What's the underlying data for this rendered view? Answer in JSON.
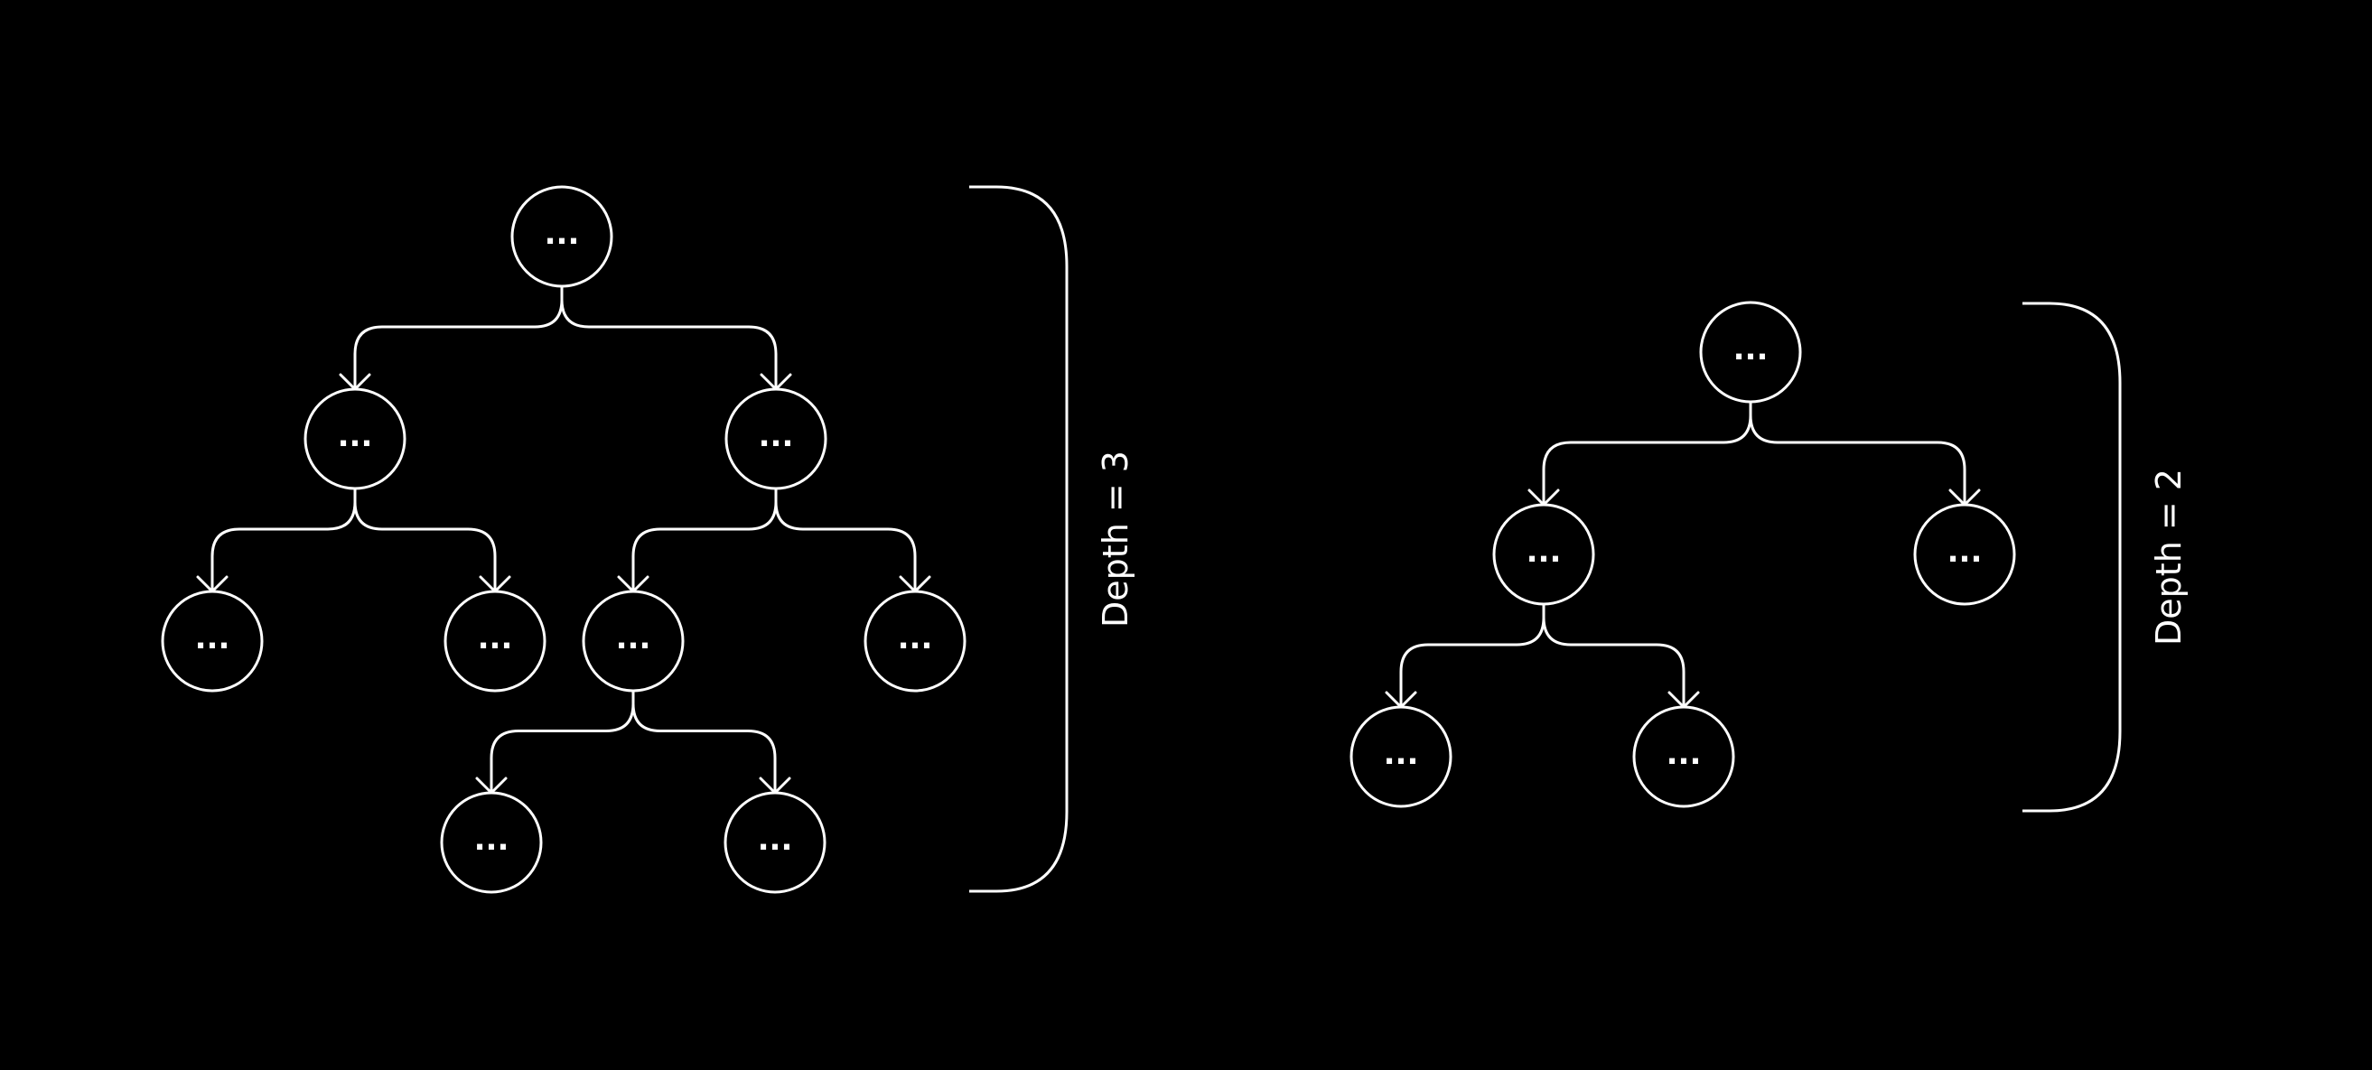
{
  "diagram": {
    "colors": {
      "background": "#000000",
      "stroke": "#ffffff",
      "text": "#ffffff"
    },
    "trees": [
      {
        "depth_label": "Depth = 3",
        "nodes": [
          {
            "id": "a0",
            "label": "..."
          },
          {
            "id": "a1",
            "label": "..."
          },
          {
            "id": "a2",
            "label": "..."
          },
          {
            "id": "a3",
            "label": "..."
          },
          {
            "id": "a4",
            "label": "..."
          },
          {
            "id": "a5",
            "label": "..."
          },
          {
            "id": "a6",
            "label": "..."
          },
          {
            "id": "a7",
            "label": "..."
          },
          {
            "id": "a8",
            "label": "..."
          }
        ],
        "edges": [
          [
            "a0",
            "a1"
          ],
          [
            "a0",
            "a2"
          ],
          [
            "a1",
            "a3"
          ],
          [
            "a1",
            "a4"
          ],
          [
            "a2",
            "a5"
          ],
          [
            "a2",
            "a6"
          ],
          [
            "a5",
            "a7"
          ],
          [
            "a5",
            "a8"
          ]
        ]
      },
      {
        "depth_label": "Depth = 2",
        "nodes": [
          {
            "id": "b0",
            "label": "..."
          },
          {
            "id": "b1",
            "label": "..."
          },
          {
            "id": "b2",
            "label": "..."
          },
          {
            "id": "b3",
            "label": "..."
          },
          {
            "id": "b4",
            "label": "..."
          }
        ],
        "edges": [
          [
            "b0",
            "b1"
          ],
          [
            "b0",
            "b2"
          ],
          [
            "b1",
            "b3"
          ],
          [
            "b1",
            "b4"
          ]
        ]
      }
    ]
  }
}
